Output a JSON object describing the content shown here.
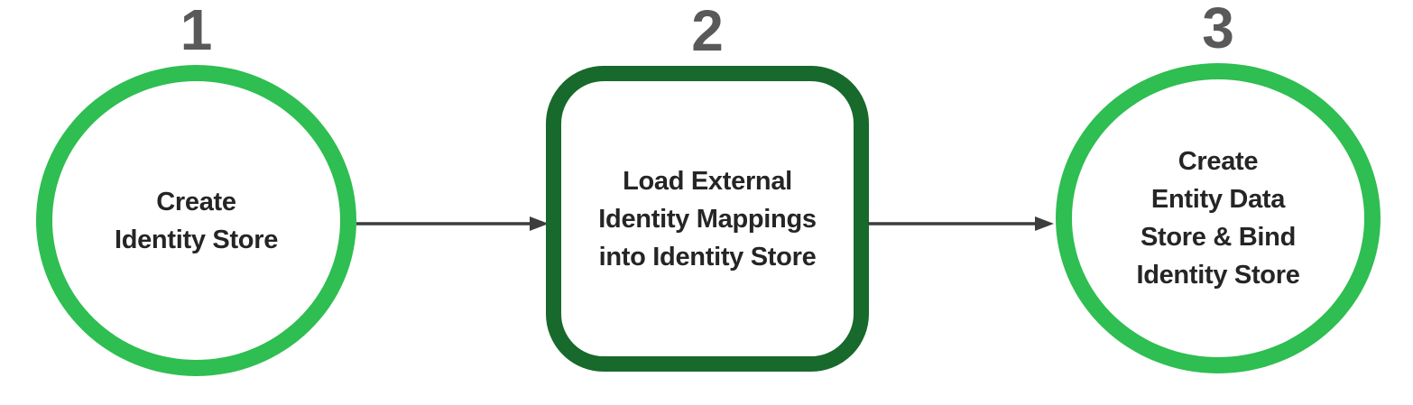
{
  "diagram": {
    "type": "process-flow",
    "steps": [
      {
        "number": "1",
        "shape": "circle",
        "label": "Create Identity Store",
        "label_lines": [
          "Create",
          "Identity Store"
        ]
      },
      {
        "number": "2",
        "shape": "rounded-square",
        "label": "Load External Identity Mappings into Identity Store",
        "label_lines": [
          "Load External",
          "Identity Mappings",
          "into Identity Store"
        ]
      },
      {
        "number": "3",
        "shape": "circle",
        "label": "Create Entity Data Store & Bind Identity Store",
        "label_lines": [
          "Create",
          "Entity Data",
          "Store & Bind",
          "Identity Store"
        ]
      }
    ],
    "connectors": [
      {
        "from": "1",
        "to": "2",
        "direction": "right"
      },
      {
        "from": "2",
        "to": "3",
        "direction": "right"
      }
    ]
  },
  "colors": {
    "circle-green": "#2ebe51",
    "box-green": "#17692c",
    "number-gray": "#595959",
    "text-dark": "#252525",
    "arrow-gray": "#3d3d3d",
    "background": "#ffffff"
  }
}
